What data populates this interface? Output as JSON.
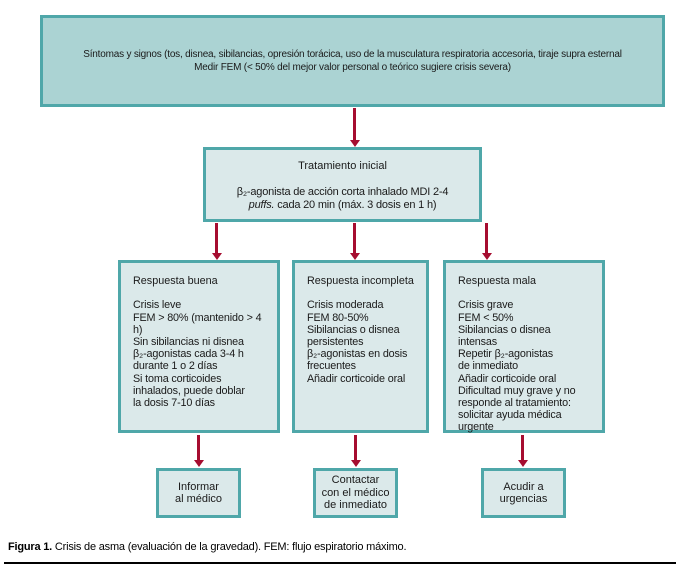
{
  "colors": {
    "teal_border": "#4fa7a9",
    "top_fill": "#abd3d3",
    "box_fill": "#dbe9ea",
    "arrow": "#a60d30"
  },
  "top_box": {
    "line1": "Síntomas y signos (tos, disnea, sibilancias, opresión torácica, uso de la musculatura respiratoria accesoria, tiraje supra esternal",
    "line2": "Medir FEM (< 50% del mejor valor personal o teórico sugiere crisis severa)"
  },
  "treatment": {
    "title": "Tratamiento inicial",
    "line1": "β₂-agonista de acción corta inhalado MDI 2-4",
    "line2_italic": "puffs.",
    "line2_rest": " cada 20 min (máx. 3 dosis en 1 h)"
  },
  "responses": [
    {
      "title": "Respuesta buena",
      "lines": [
        "Crisis leve",
        "FEM > 80% (mantenido > 4 h)",
        "Sin sibilancias ni disnea",
        "β₂-agonistas cada 3-4 h",
        "durante 1 o 2 días",
        "Si toma corticoides",
        "inhalados, puede doblar",
        "la dosis 7-10 días"
      ],
      "action": [
        "Informar",
        "al médico"
      ]
    },
    {
      "title": "Respuesta incompleta",
      "lines": [
        "Crisis moderada",
        "FEM 80-50%",
        "Sibilancias o disnea",
        "persistentes",
        "β₂-agonistas en dosis",
        "frecuentes",
        "Añadir corticoide oral"
      ],
      "action": [
        "Contactar",
        "con el médico",
        "de inmediato"
      ]
    },
    {
      "title": "Respuesta mala",
      "lines": [
        "Crisis grave",
        "FEM < 50%",
        "Sibilancias o disnea",
        "intensas",
        "Repetir β₂-agonistas",
        "de inmediato",
        "Añadir corticoide oral",
        "Dificultad muy grave y no",
        "responde al tratamiento:",
        "solicitar ayuda médica",
        "urgente"
      ],
      "action": [
        "Acudir a",
        "urgencias"
      ]
    }
  ],
  "caption": {
    "bold": "Figura 1.",
    "rest": " Crisis de asma (evaluación de la gravedad). FEM: flujo espiratorio máximo."
  }
}
